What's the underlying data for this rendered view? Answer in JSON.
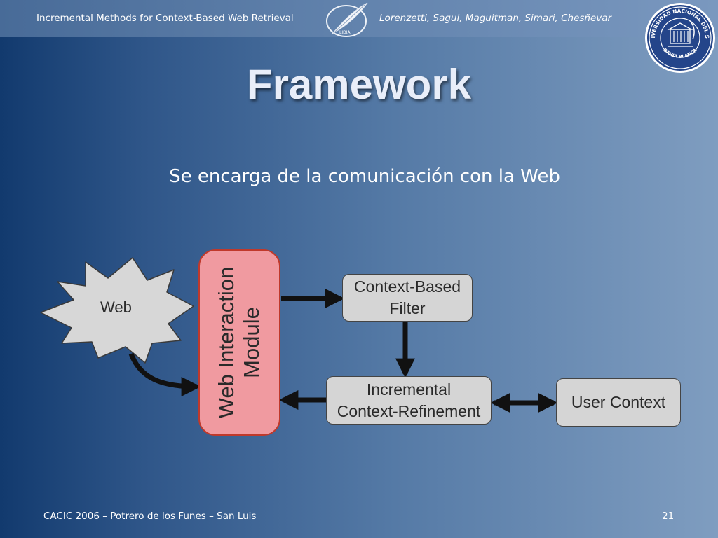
{
  "header": {
    "left_text": "Incremental Methods for Context-Based Web Retrieval",
    "right_text": "Lorenzetti, Sagui, Maguitman, Simari, Chesñevar",
    "quill_logo_text": "LIDIA",
    "seal_text_top": "UNIVERSIDAD NACIONAL DEL SUR",
    "seal_text_bottom": "BAHIA BLANCA"
  },
  "slide": {
    "title": "Framework",
    "subtitle": "Se encarga de la comunicación con la Web"
  },
  "diagram": {
    "web_label": "Web",
    "module_label": "Web Interaction\nModule",
    "boxes": {
      "filter": "Context-Based\nFilter",
      "refinement": "Incremental\nContext-Refinement",
      "user_context": "User Context"
    }
  },
  "footer": {
    "left_text": "CACIC 2006 – Potrero de los Funes – San Luis",
    "page_number": "21"
  },
  "colors": {
    "module_fill": "#f09aa0",
    "module_border": "#c0392b",
    "box_fill": "#d5d5d5",
    "title_text": "#e9eef9"
  }
}
